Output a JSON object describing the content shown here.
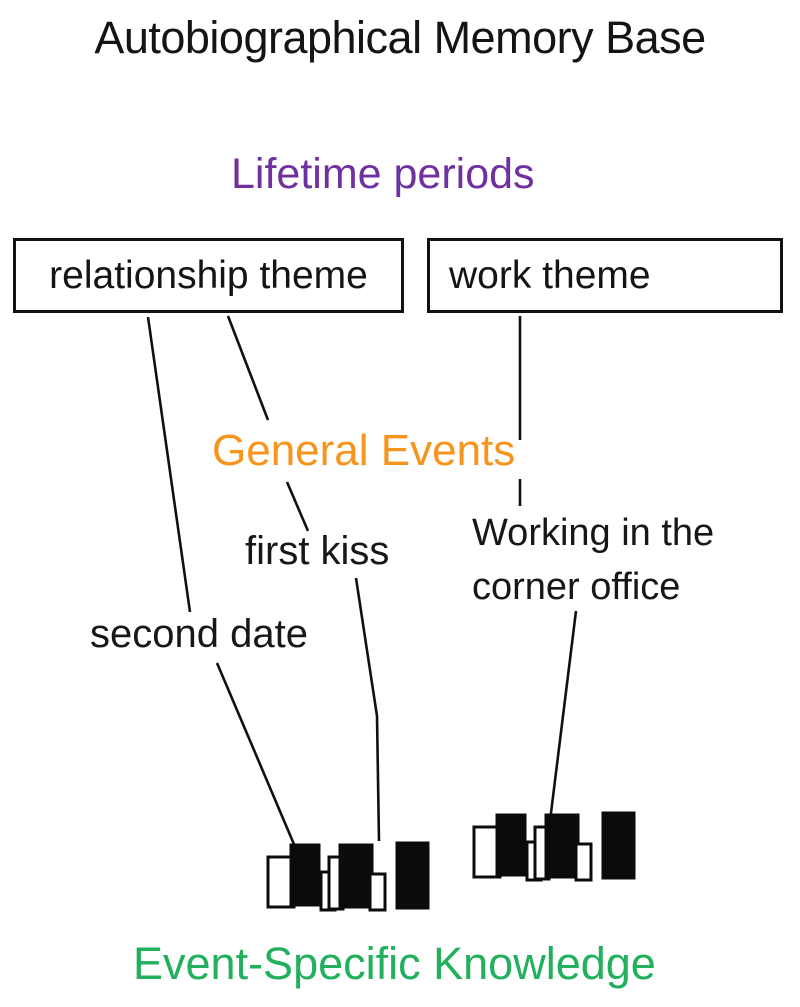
{
  "title": "Autobiographical Memory Base",
  "colors": {
    "lifetime_periods": "#7030A0",
    "general_events": "#F7941E",
    "event_specific": "#22B05C",
    "line": "#101010"
  },
  "hierarchy": {
    "lifetime_periods_label": "Lifetime periods",
    "general_events_label": "General Events",
    "event_specific_label": "Event-Specific Knowledge"
  },
  "lifetime_periods": [
    {
      "label": "relationship theme"
    },
    {
      "label": "work theme"
    }
  ],
  "general_events": [
    {
      "label": "second date"
    },
    {
      "label": "first kiss"
    },
    {
      "label": "Working in the corner office"
    }
  ],
  "icons": {
    "left_cluster": "event-fragments-cluster-icon",
    "right_cluster": "event-fragments-cluster-icon"
  }
}
